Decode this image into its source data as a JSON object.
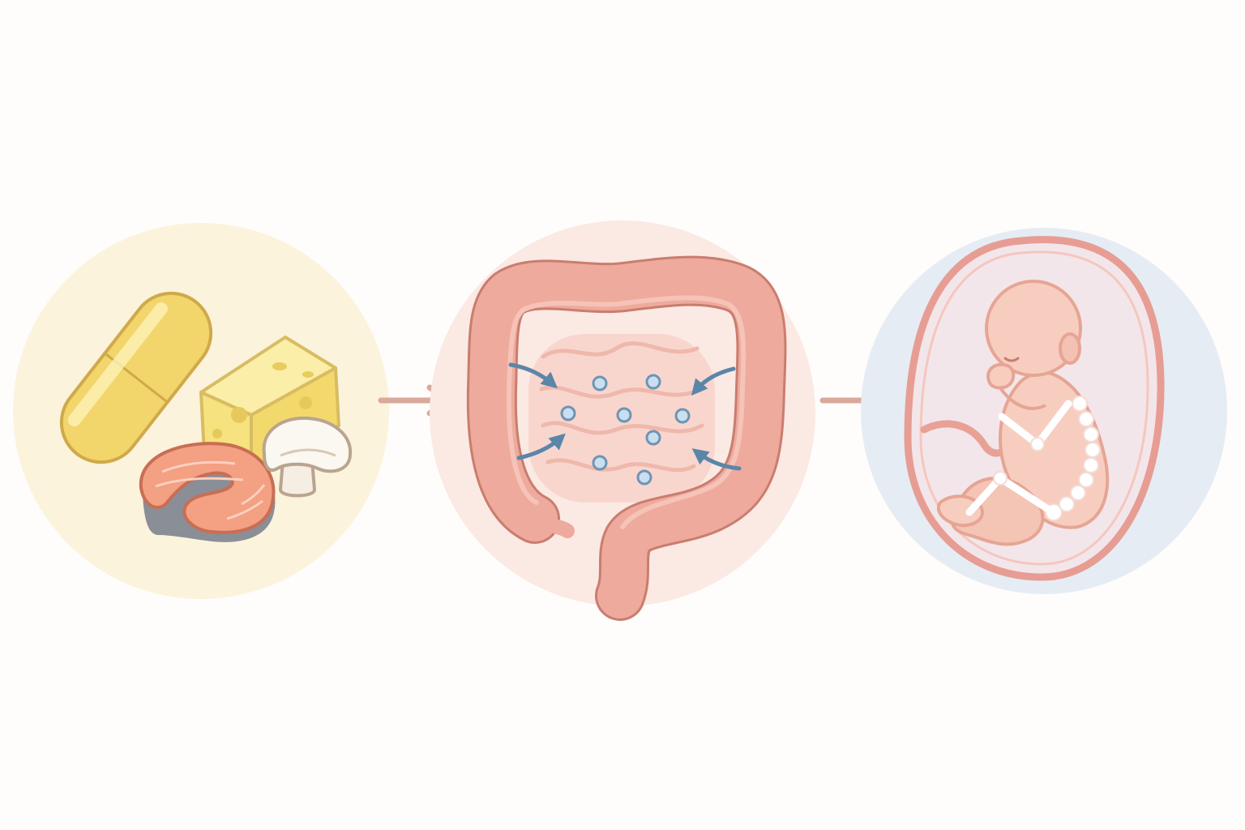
{
  "diagram": {
    "stages": [
      {
        "id": "sources",
        "icons": [
          "capsule-icon",
          "cheese-icon",
          "salmon-steak-icon",
          "mushroom-icon"
        ],
        "background": "#fcf3dc"
      },
      {
        "id": "absorption",
        "icons": [
          "intestine-icon",
          "nutrient-particle-icon",
          "absorption-arrow-icon"
        ],
        "background": "#fbe9e4"
      },
      {
        "id": "fetal-development",
        "icons": [
          "womb-icon",
          "fetus-icon",
          "skeleton-icon"
        ],
        "background": "#e6ecf3"
      }
    ],
    "connectors": [
      "arrow-right-icon",
      "arrow-right-icon"
    ],
    "colors": {
      "arrow": "#d9a99c",
      "capsule": "#f2d56b",
      "cheese": "#f6e27e",
      "salmon": "#f3a083",
      "intestine": "#eeaa9c",
      "particle": "#c9dff0",
      "particle_arrow": "#5b86a8",
      "womb": "#e79d93",
      "fetus": "#f7cdbf",
      "bone": "#ffffff"
    }
  }
}
